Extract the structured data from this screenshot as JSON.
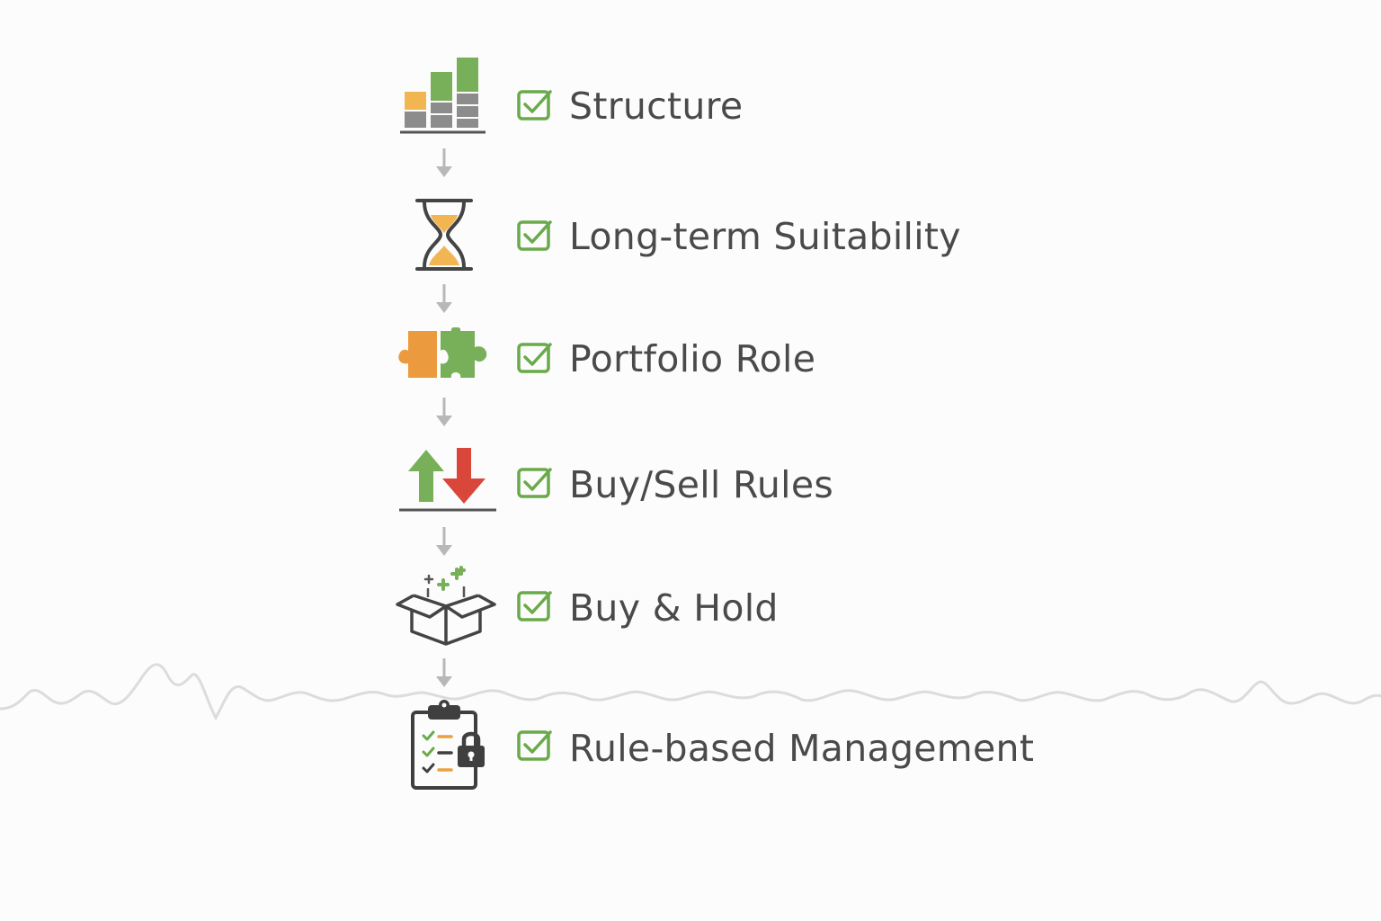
{
  "colors": {
    "text": "#4a4a4a",
    "check_green": "#6aaa4b",
    "icon_green": "#78b05a",
    "icon_orange": "#eaa040",
    "icon_red": "#d9463a",
    "icon_gray": "#8c8c8c",
    "connector_gray": "#b8b8b8"
  },
  "steps": [
    {
      "label": "Structure",
      "icon": "bar-chart-icon"
    },
    {
      "label": "Long-term Suitability",
      "icon": "hourglass-icon"
    },
    {
      "label": "Portfolio Role",
      "icon": "puzzle-icon"
    },
    {
      "label": "Buy/Sell Rules",
      "icon": "buy-sell-arrows-icon"
    },
    {
      "label": "Buy & Hold",
      "icon": "open-box-icon"
    },
    {
      "label": "Rule-based Management",
      "icon": "clipboard-lock-icon"
    }
  ]
}
